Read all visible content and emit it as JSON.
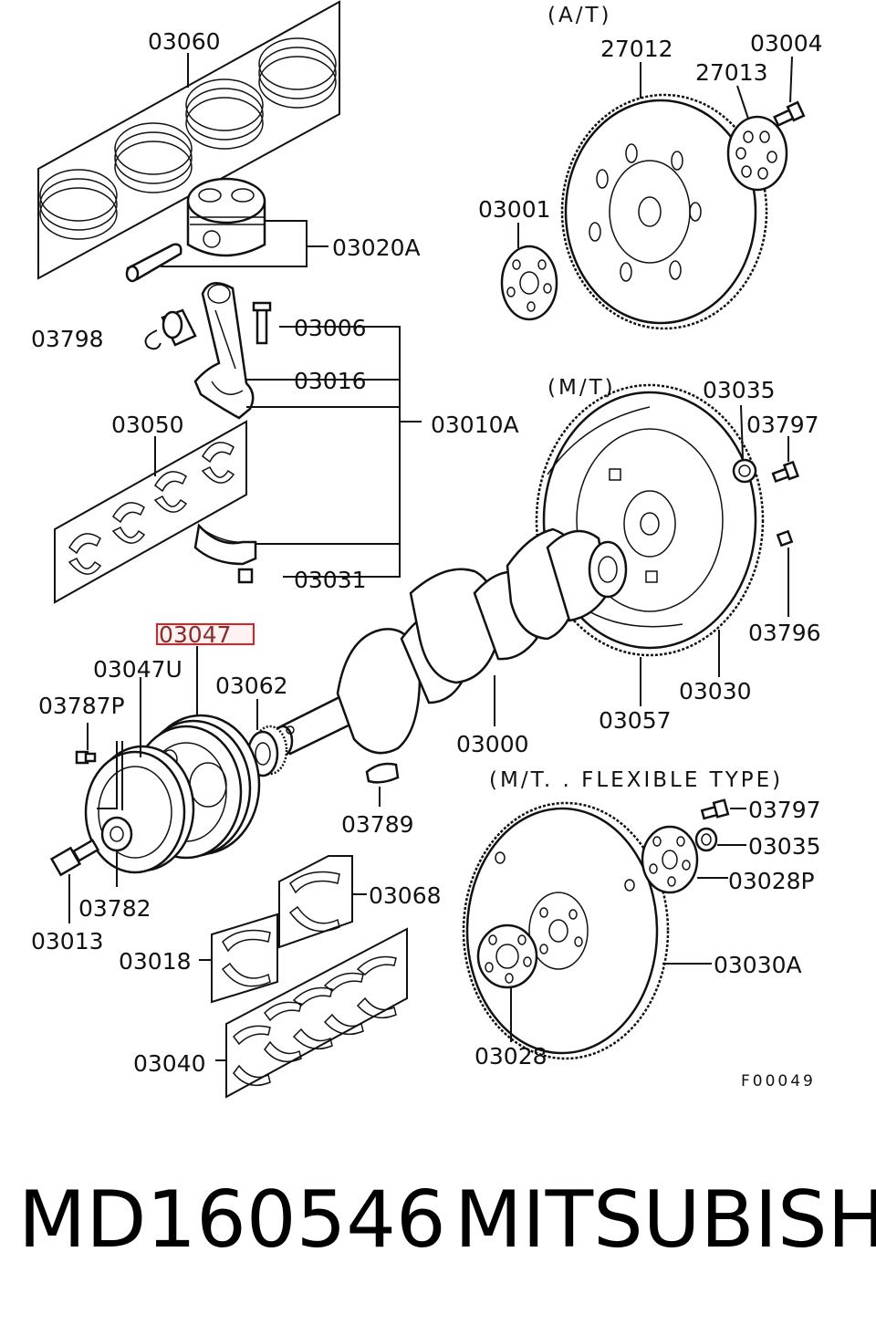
{
  "sections": {
    "at": "(A/T)",
    "mt": "(M/T)",
    "mt_flex": "(M/T. . FLEXIBLE TYPE)"
  },
  "labels": {
    "p03060": "03060",
    "p03020A": "03020A",
    "p03798": "03798",
    "p03006": "03006",
    "p03016": "03016",
    "p03010A": "03010A",
    "p03050": "03050",
    "p03031": "03031",
    "p27012": "27012",
    "p27013": "27013",
    "p03004": "03004",
    "p03001": "03001",
    "p03035_mt": "03035",
    "p03797_mt": "03797",
    "p03796": "03796",
    "p03030": "03030",
    "p03057": "03057",
    "p03000": "03000",
    "p03047": "03047",
    "p03047U": "03047U",
    "p03062": "03062",
    "p03787P": "03787P",
    "p03789": "03789",
    "p03782": "03782",
    "p03013": "03013",
    "p03068": "03068",
    "p03018": "03018",
    "p03040": "03040",
    "p03797_flex": "03797",
    "p03035_flex": "03035",
    "p03028P": "03028P",
    "p03030A": "03030A",
    "p03028": "03028"
  },
  "highlight_color": "#e02020",
  "figure_code": "F00049",
  "footer": {
    "part_number": "MD160546",
    "brand": "MITSUBISHI"
  }
}
